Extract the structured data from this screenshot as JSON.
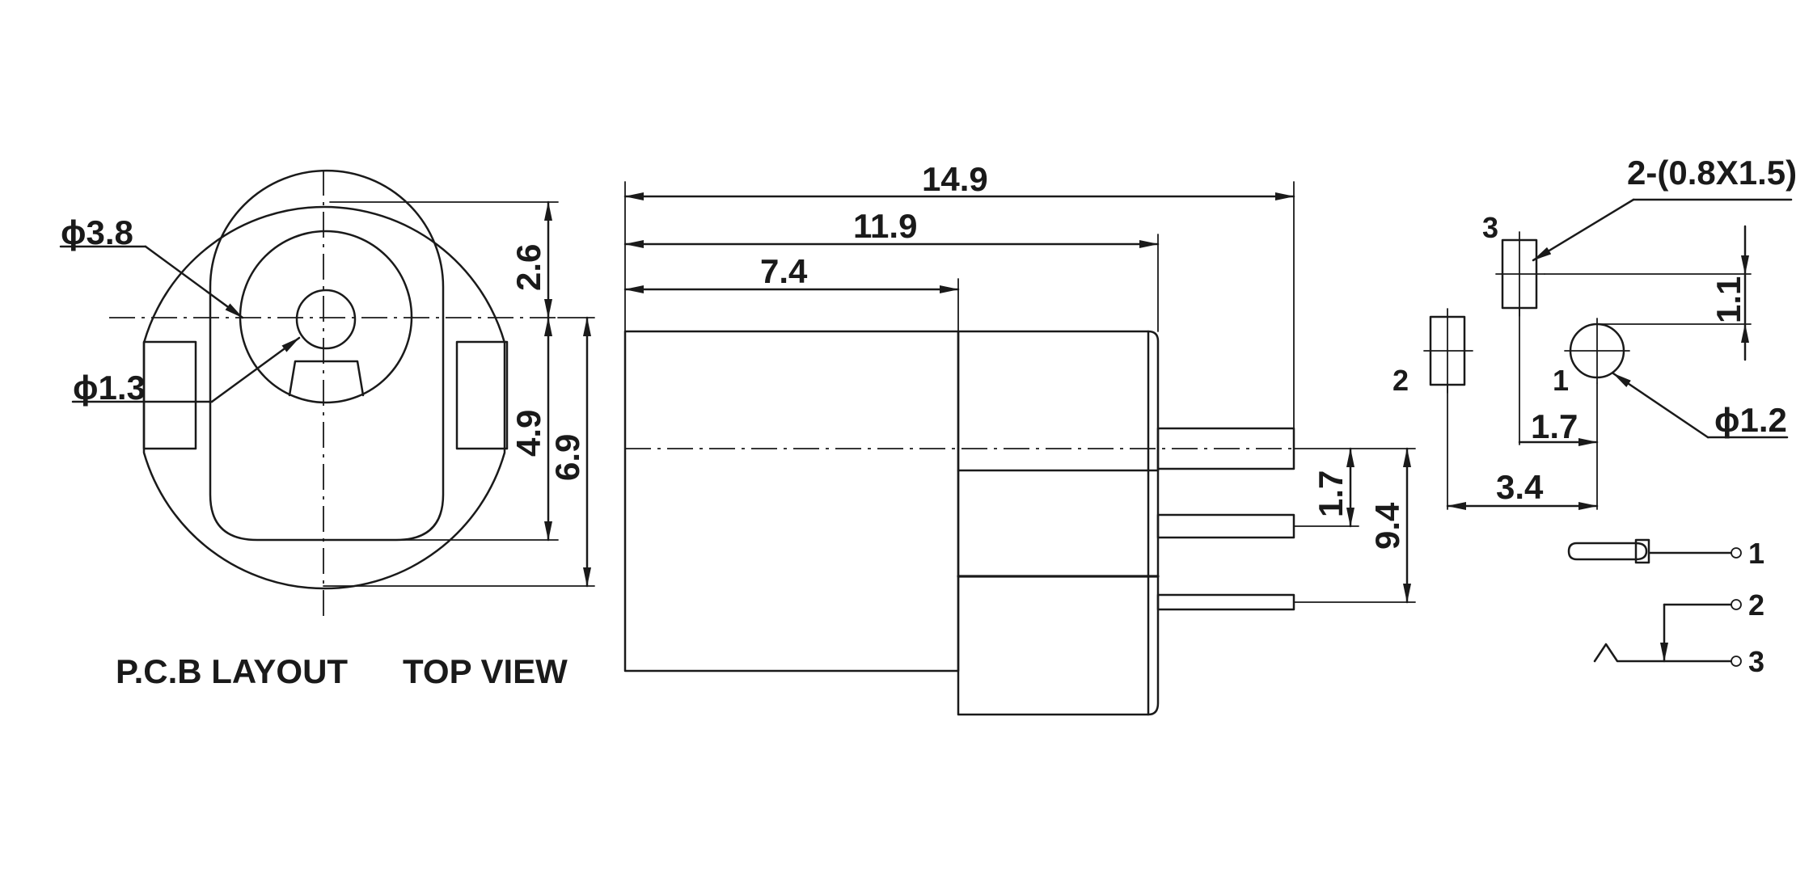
{
  "dimensions": {
    "dia_hole_large": "ϕ3.8",
    "dia_hole_small": "ϕ1.3",
    "dim_2_6": "2.6",
    "dim_4_9": "4.9",
    "dim_6_9": "6.9",
    "dim_14_9": "14.9",
    "dim_11_9": "11.9",
    "dim_7_4": "7.4",
    "dim_1_7_side": "1.7",
    "dim_9_4": "9.4",
    "slot_spec": "2-(0.8X1.5)",
    "dim_1_1": "1.1",
    "dim_1_7_layout": "1.7",
    "dim_3_4": "3.4",
    "dia_pin_hole": "ϕ1.2"
  },
  "captions": {
    "pcb_layout": "P.C.B LAYOUT",
    "top_view": "TOP VIEW"
  },
  "pins": {
    "pin1": "1",
    "pin2": "2",
    "pin3": "3"
  }
}
